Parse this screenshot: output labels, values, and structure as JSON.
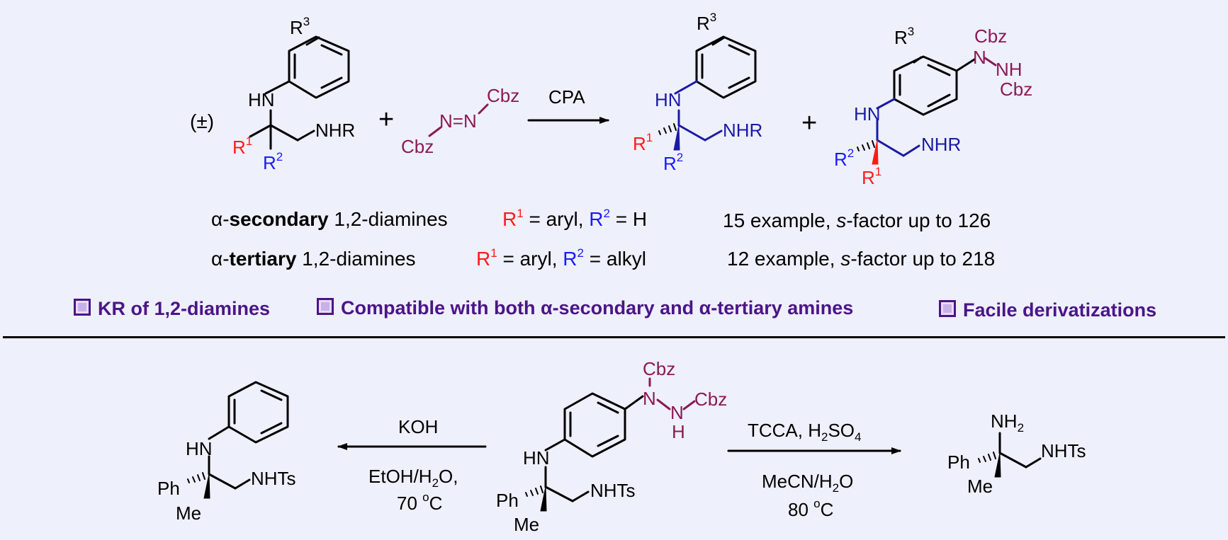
{
  "top_scheme": {
    "racemic_label": "(±)",
    "plus": "+",
    "catalyst": "CPA",
    "azo": {
      "n_eq_n": "N=N",
      "cbz": "Cbz"
    },
    "labels": {
      "r1": "R",
      "r1_sup": "1",
      "r2": "R",
      "r2_sup": "2",
      "r3": "R",
      "r3_sup": "3",
      "hn": "HN",
      "nhr": "NHR",
      "n": "N",
      "nh": "NH",
      "cbz": "Cbz"
    }
  },
  "scope": {
    "row1": {
      "alpha": "α-",
      "kind": "secondary",
      "rest": " 1,2-diamines",
      "r1": "R",
      "r1_sup": "1",
      "r1_text": " = aryl, ",
      "r2": "R",
      "r2_sup": "2",
      "r2_text": " = H",
      "examples": "15 example, ",
      "s": "s",
      "factor": "-factor up to 126"
    },
    "row2": {
      "alpha": "α-",
      "kind": "tertiary",
      "rest": " 1,2-diamines",
      "r1": "R",
      "r1_sup": "1",
      "r1_text": " = aryl, ",
      "r2": "R",
      "r2_sup": "2",
      "r2_text": " = alkyl",
      "examples": "12 example, ",
      "s": "s",
      "factor": "-factor up to 218"
    }
  },
  "features": [
    "KR of 1,2-diamines",
    "Compatible with both α-secondary and α-tertiary amines",
    "Facile derivatizations"
  ],
  "bottom_scheme": {
    "left_conditions": {
      "reagent": "KOH",
      "solvent_a": "EtOH/H",
      "solvent_sub": "2",
      "solvent_b": "O,",
      "temp": "70 ",
      "temp_sup": "o",
      "temp_unit": "C"
    },
    "right_conditions": {
      "reagent_a": "TCCA, H",
      "reagent_sub1": "2",
      "reagent_b": "SO",
      "reagent_sub2": "4",
      "solvent_a": "MeCN/H",
      "solvent_sub": "2",
      "solvent_b": "O",
      "temp": "80 ",
      "temp_sup": "o",
      "temp_unit": "C"
    },
    "labels": {
      "hn": "HN",
      "ph": "Ph",
      "me": "Me",
      "nhts": "NHTs",
      "nh2": "NH",
      "nh2_sub": "2",
      "n": "N",
      "h": "H",
      "cbz": "Cbz"
    }
  },
  "colors": {
    "r1": "#ff1a1a",
    "r2": "#1a1aff",
    "product": "#1a1aa6",
    "cbz": "#8b1a55",
    "feature": "#4b1587",
    "background": "#eef0fb"
  }
}
